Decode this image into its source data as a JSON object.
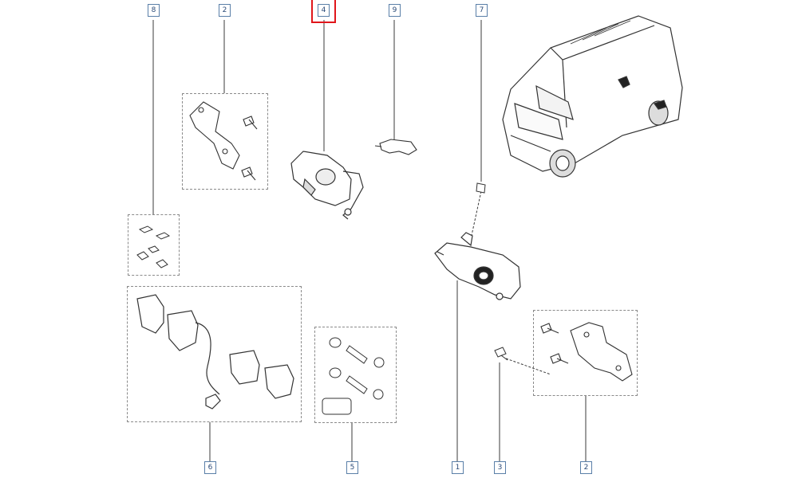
{
  "callouts": [
    {
      "id": "c8",
      "label": "8"
    },
    {
      "id": "c2a",
      "label": "2"
    },
    {
      "id": "c4",
      "label": "4"
    },
    {
      "id": "c9",
      "label": "9"
    },
    {
      "id": "c7",
      "label": "7"
    },
    {
      "id": "c6",
      "label": "6"
    },
    {
      "id": "c5",
      "label": "5"
    },
    {
      "id": "c1",
      "label": "1"
    },
    {
      "id": "c3",
      "label": "3"
    },
    {
      "id": "c2b",
      "label": "2"
    }
  ],
  "selected_callout": "4",
  "colors": {
    "line": "#3b3b3b",
    "dash": "#8a8a8a",
    "callout_border": "#5a7fa8",
    "callout_text": "#2a4a78",
    "highlight": "#e0161b"
  },
  "icons": [
    "van-illustration",
    "caliper-bracket-icon",
    "brake-caliper-icon",
    "sensor-bracket-icon",
    "clip-kit-icon",
    "brake-pads-icon",
    "seal-kit-icon",
    "bolt-icon"
  ]
}
